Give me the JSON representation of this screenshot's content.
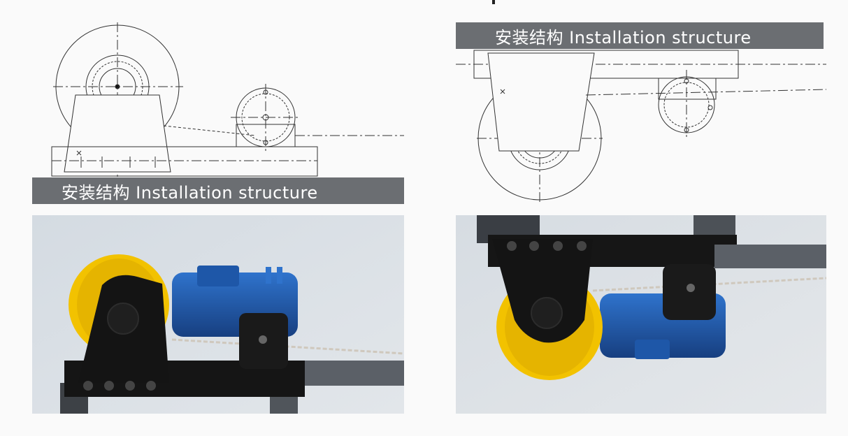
{
  "banners": {
    "left": "安装结构  Installation structure",
    "right": "安装结构  Installation structure"
  },
  "colors": {
    "banner": "#6b6e72",
    "wheel": "#f2c200",
    "bracket": "#141414",
    "motor": "#1f5fb4",
    "rail": "#3a3d42",
    "photo_bg": "#d7dde3",
    "drawing_line": "#333333"
  },
  "drawings": {
    "left": "floor-mounted wheel assembly technical drawing",
    "right": "hanging wheel assembly technical drawing"
  }
}
